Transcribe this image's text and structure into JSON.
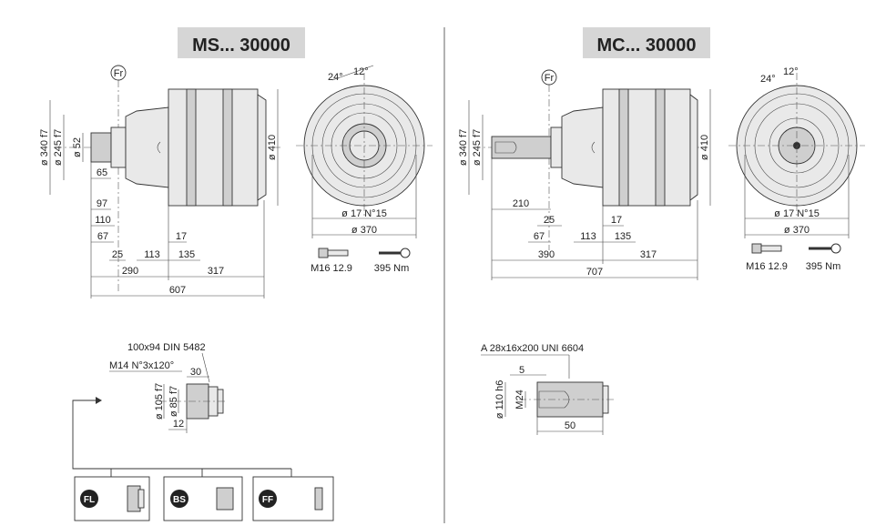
{
  "left": {
    "title": "MS... 30000",
    "fr": "Fr",
    "dims_vertical": [
      "ø 340 f7",
      "ø 245 f7",
      "ø 52",
      "ø 410"
    ],
    "dims_h": [
      "65",
      "97",
      "110",
      "67",
      "17",
      "25",
      "113",
      "135",
      "290",
      "317",
      "607"
    ],
    "front": {
      "angle1": "24°",
      "angle2": "12°",
      "holes": "ø 17 N°15",
      "diam": "ø 370"
    },
    "bolt": "M16 12.9",
    "torque": "395 Nm",
    "detail": {
      "spline": "100x94 DIN 5482",
      "thread": "M14 N°3x120°",
      "d30": "30",
      "d105": "ø 105 f7",
      "d85": "ø 85 f7",
      "d12": "12"
    },
    "options": [
      "FL",
      "BS",
      "FF"
    ]
  },
  "right": {
    "title": "MC... 30000",
    "fr": "Fr",
    "dims_vertical": [
      "ø 340 f7",
      "ø 245 f7",
      "ø 410"
    ],
    "dims_h": [
      "210",
      "25",
      "17",
      "67",
      "113",
      "135",
      "390",
      "317",
      "707"
    ],
    "front": {
      "angle1": "24°",
      "angle2": "12°",
      "holes": "ø 17 N°15",
      "diam": "ø 370"
    },
    "bolt": "M16 12.9",
    "torque": "395 Nm",
    "detail": {
      "key": "A 28x16x200 UNI 6604",
      "d5": "5",
      "d110": "ø 110 h6",
      "m24": "M24",
      "d50": "50"
    }
  }
}
